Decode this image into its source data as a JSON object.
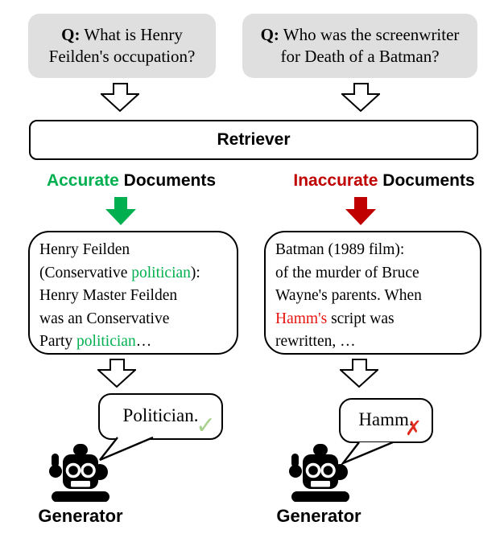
{
  "colors": {
    "canvas": "#ffffff",
    "ink": "#000000",
    "box_gray": "#dfdfdf",
    "green": "#00b050",
    "red": "#c00000",
    "doc_red": "#e8150f",
    "check_green": "#a9d18e",
    "cross_red": "#e02b20"
  },
  "questions": {
    "left": [
      {
        "t": "Q:",
        "b": true
      },
      {
        "t": " What is Henry\nFeilden's occupation?"
      }
    ],
    "right": [
      {
        "t": "Q:",
        "b": true
      },
      {
        "t": " Who was the screenwriter\nfor Death of a Batman?"
      }
    ]
  },
  "retriever": {
    "label": "Retriever"
  },
  "branch_labels": {
    "left": [
      {
        "t": "Accurate",
        "c": "green"
      },
      {
        "t": " Documents"
      }
    ],
    "right": [
      {
        "t": "Inaccurate",
        "c": "red"
      },
      {
        "t": " Documents"
      }
    ]
  },
  "documents": {
    "left": [
      {
        "t": "Henry Feilden\n(Conservative "
      },
      {
        "t": "politician",
        "c": "green"
      },
      {
        "t": "):\nHenry Master Feilden\nwas an Conservative\nParty "
      },
      {
        "t": "politician",
        "c": "green"
      },
      {
        "t": "…"
      }
    ],
    "right": [
      {
        "t": "Batman (1989 film):\nof the murder of Bruce\nWayne's parents. When\n"
      },
      {
        "t": "Hamm's",
        "c": "doc_red"
      },
      {
        "t": " script was\nrewritten, …"
      }
    ]
  },
  "answers": {
    "left": {
      "text": "Politician.",
      "mark": "✓"
    },
    "right": {
      "text": "Hamm.",
      "mark": "✗"
    }
  },
  "generators": {
    "left": "Generator",
    "right": "Generator"
  }
}
